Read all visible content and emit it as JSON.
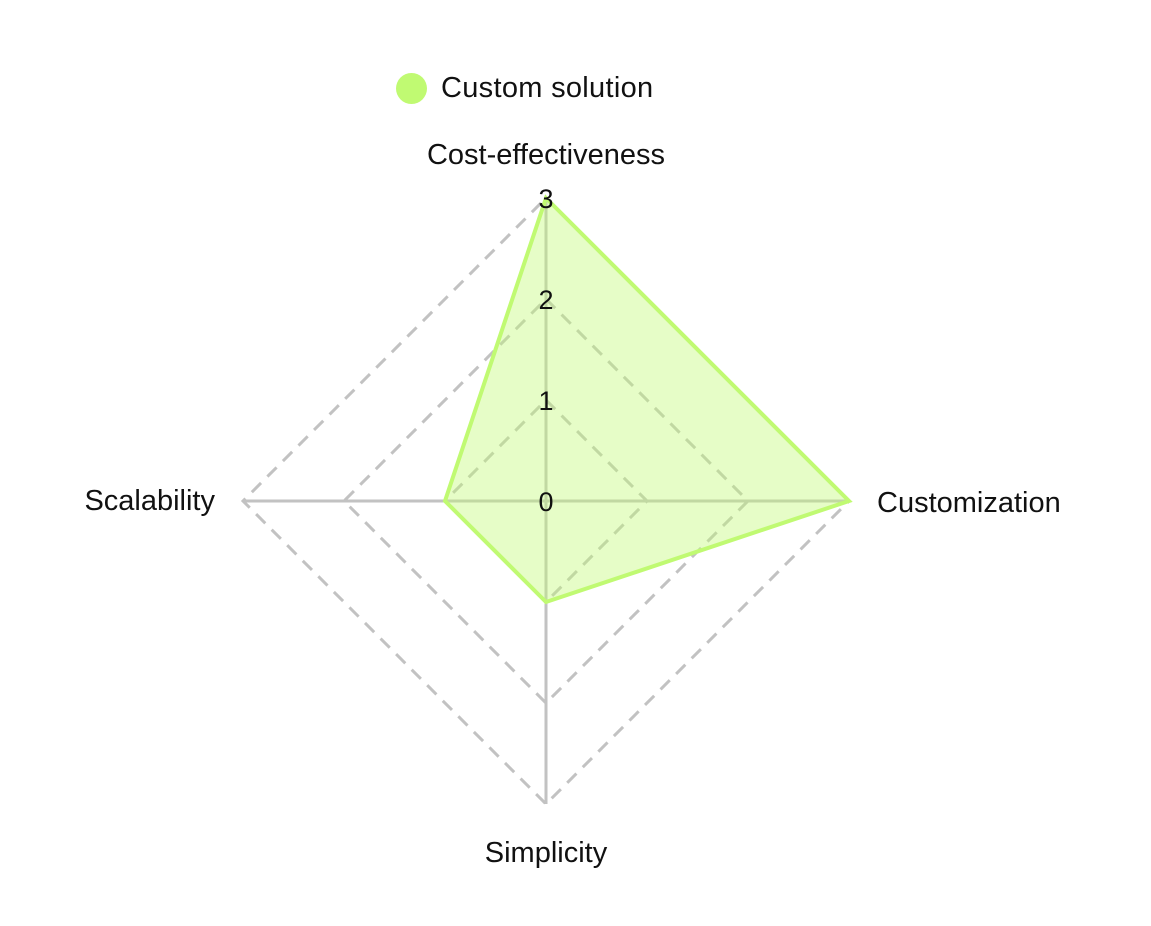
{
  "chart_data": {
    "type": "radar",
    "axes": [
      "Cost-effectiveness",
      "Customization",
      "Simplicity",
      "Scalability"
    ],
    "rlim": [
      0,
      3
    ],
    "ticks": [
      "0",
      "1",
      "2",
      "3"
    ],
    "grid": "dashed",
    "legend": "top",
    "series": [
      {
        "name": "Custom solution",
        "values": [
          3,
          3,
          1,
          1
        ],
        "color": "#c0fa72"
      }
    ]
  }
}
